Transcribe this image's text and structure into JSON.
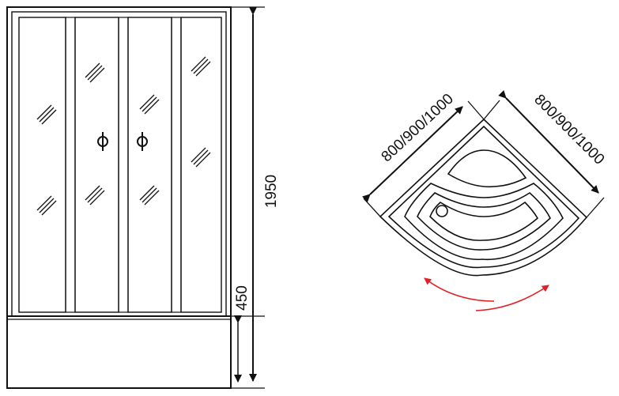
{
  "front_view": {
    "height_label": "1950",
    "tray_height_label": "450"
  },
  "plan_view": {
    "left_side_label": "800/900/1000",
    "right_side_label": "800/900/1000",
    "door_slide_arrow_color": "#e31e24"
  }
}
